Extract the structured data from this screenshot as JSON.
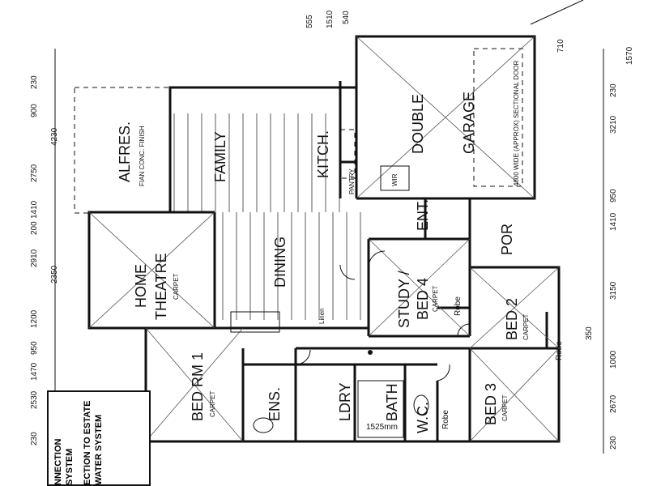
{
  "rooms": {
    "alfresco": "ALFRES.",
    "alfresco_sub": "FIAN CONC. FINISH",
    "family": "FAMILY",
    "kitchen": "KITCH.",
    "double": "DOUBLE",
    "garage": "GARAGE",
    "garage_door": "4800 WIDE (APPROX) SECTIONAL DOOR",
    "home": "HOME",
    "theatre": "THEATRE",
    "theatre_sub": "CARPET",
    "dining": "DINING",
    "ent": "ENT.",
    "por": "POR",
    "study": "STUDY /",
    "bed4": "BED 4",
    "study_sub": "CARPET",
    "robe1": "Robe",
    "bed2": "BED 2",
    "bed2_sub": "CARPET",
    "bedrm1": "BED RM 1",
    "bedrm1_sub": "CARPET",
    "ens": "ENS.",
    "ldry": "LDRY",
    "bath": "BATH",
    "wc": "W.C.",
    "robe2": "Robe",
    "robe3": "Robe",
    "bed3": "BED 3",
    "bed3_sub": "CARPET",
    "ptry": "PANTRY",
    "linen": "Linen",
    "wir": "WIR"
  },
  "dims": {
    "left": [
      "230",
      "2530",
      "1470",
      "950",
      "1200",
      "2350",
      "2910",
      "200",
      "1410",
      "2750",
      "4230",
      "900",
      "230"
    ],
    "right": [
      "230",
      "2670",
      "1000",
      "350",
      "3150",
      "1410",
      "950",
      "3210",
      "230",
      "1570"
    ],
    "top": [
      "1510",
      "555",
      "540"
    ],
    "garage_left": "710",
    "bath_width": "1525mm"
  },
  "legend": {
    "line1": "NNECTION",
    "line2": "SYSTEM",
    "line3": "ECTION TO ESTATE",
    "line4": "WATER SYSTEM"
  }
}
